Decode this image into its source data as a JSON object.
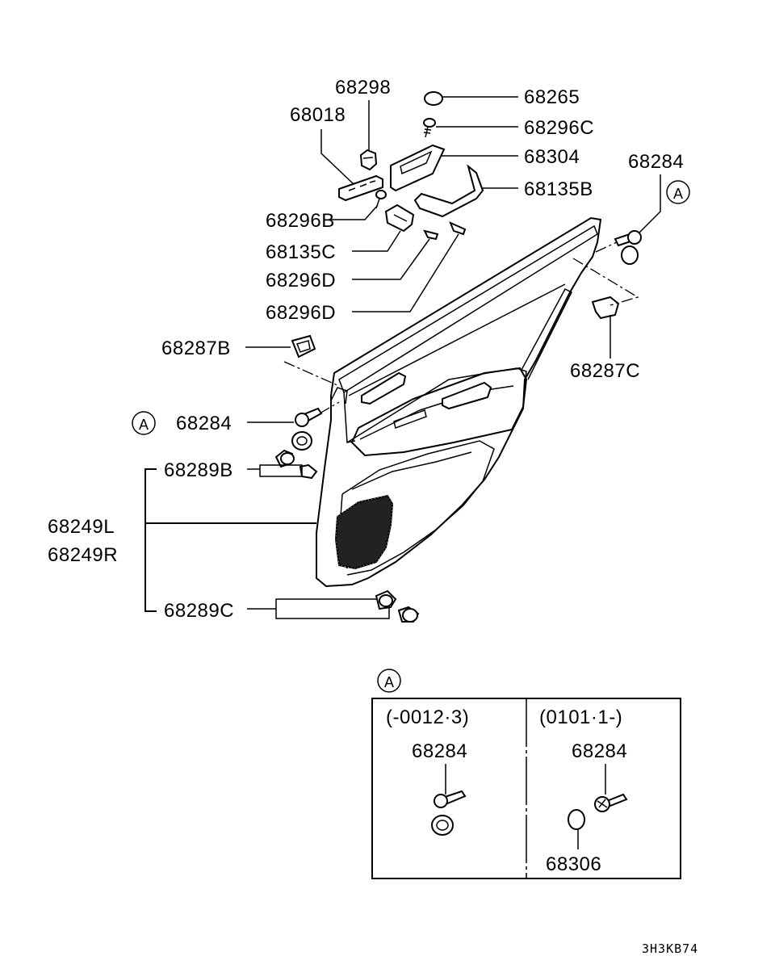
{
  "diagram_code": "3H3KB74",
  "callout": "A",
  "parts": {
    "p68298": "68298",
    "p68265": "68265",
    "p68018": "68018",
    "p68296C": "68296C",
    "p68304": "68304",
    "p68284_top": "68284",
    "p68135B": "68135B",
    "p68296B": "68296B",
    "p68135C": "68135C",
    "p68296D_1": "68296D",
    "p68296D_2": "68296D",
    "p68287B": "68287B",
    "p68287C": "68287C",
    "p68284_left": "68284",
    "p68289B": "68289B",
    "p68249L": "68249L",
    "p68249R": "68249R",
    "p68289C": "68289C"
  },
  "detail": {
    "left_range": "(-0012·3)",
    "right_range": "(0101·1-)",
    "left_part": "68284",
    "right_part": "68284",
    "right_extra": "68306"
  }
}
